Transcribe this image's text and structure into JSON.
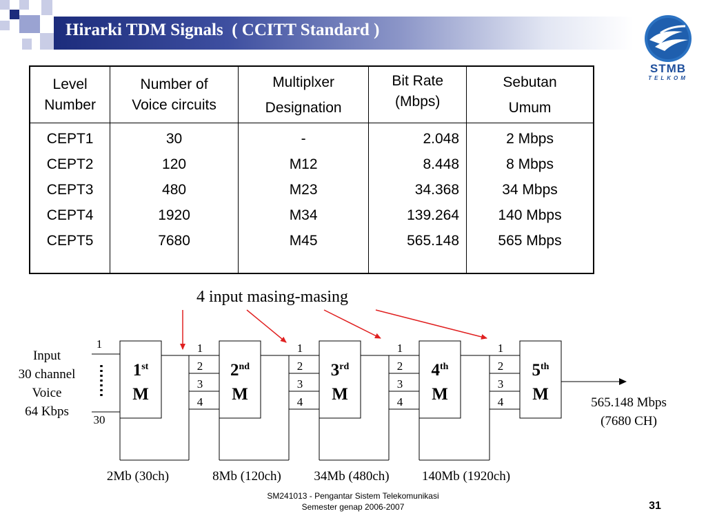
{
  "slide": {
    "title": "Hirarki TDM Signals  ( CCITT Standard )",
    "logo_name": "STMB",
    "logo_sub": "TELKOM",
    "footer_line1": "SM241013 - Pengantar Sistem Telekomunikasi",
    "footer_line2": "Semester genap 2006-2007",
    "page_number": "31",
    "colors": {
      "title_bar": "#1c2c7c",
      "arrow": "#e02020",
      "logo": "#1f4f9c"
    }
  },
  "table": {
    "headers": [
      [
        "Level",
        "Number"
      ],
      [
        "Number  of",
        "Voice circuits"
      ],
      [
        "Multiplxer",
        "Designation"
      ],
      [
        "Bit Rate",
        "(Mbps)"
      ],
      [
        "Sebutan",
        "Umum"
      ]
    ],
    "columns": [
      [
        "CEPT1",
        "CEPT2",
        "CEPT3",
        "CEPT4",
        "CEPT5"
      ],
      [
        "30",
        "120",
        "480",
        "1920",
        "7680"
      ],
      [
        "-",
        "M12",
        "M23",
        "M34",
        "M45"
      ],
      [
        "2.048",
        "8.448",
        "34.368",
        "139.264",
        "565.148"
      ],
      [
        "2 Mbps",
        "8 Mbps",
        "34 Mbps",
        "140 Mbps",
        "565 Mbps"
      ]
    ]
  },
  "diagram": {
    "annotation": "4 input masing-masing",
    "input_label": [
      "Input",
      "30 channel",
      "Voice",
      "64 Kbps"
    ],
    "first_input": "1",
    "last_input": "30",
    "mux_inputs": [
      "1",
      "2",
      "3",
      "4"
    ],
    "muxes": [
      {
        "num": "1",
        "sup": "st",
        "letter": "M"
      },
      {
        "num": "2",
        "sup": "nd",
        "letter": "M"
      },
      {
        "num": "3",
        "sup": "rd",
        "letter": "M"
      },
      {
        "num": "4",
        "sup": "th",
        "letter": "M"
      },
      {
        "num": "5",
        "sup": "th",
        "letter": "M"
      }
    ],
    "tap_labels": [
      "2Mb (30ch)",
      "8Mb (120ch)",
      "34Mb (480ch)",
      "140Mb (1920ch)"
    ],
    "output_rate": "565.148 Mbps",
    "output_channels": "(7680 CH)"
  }
}
